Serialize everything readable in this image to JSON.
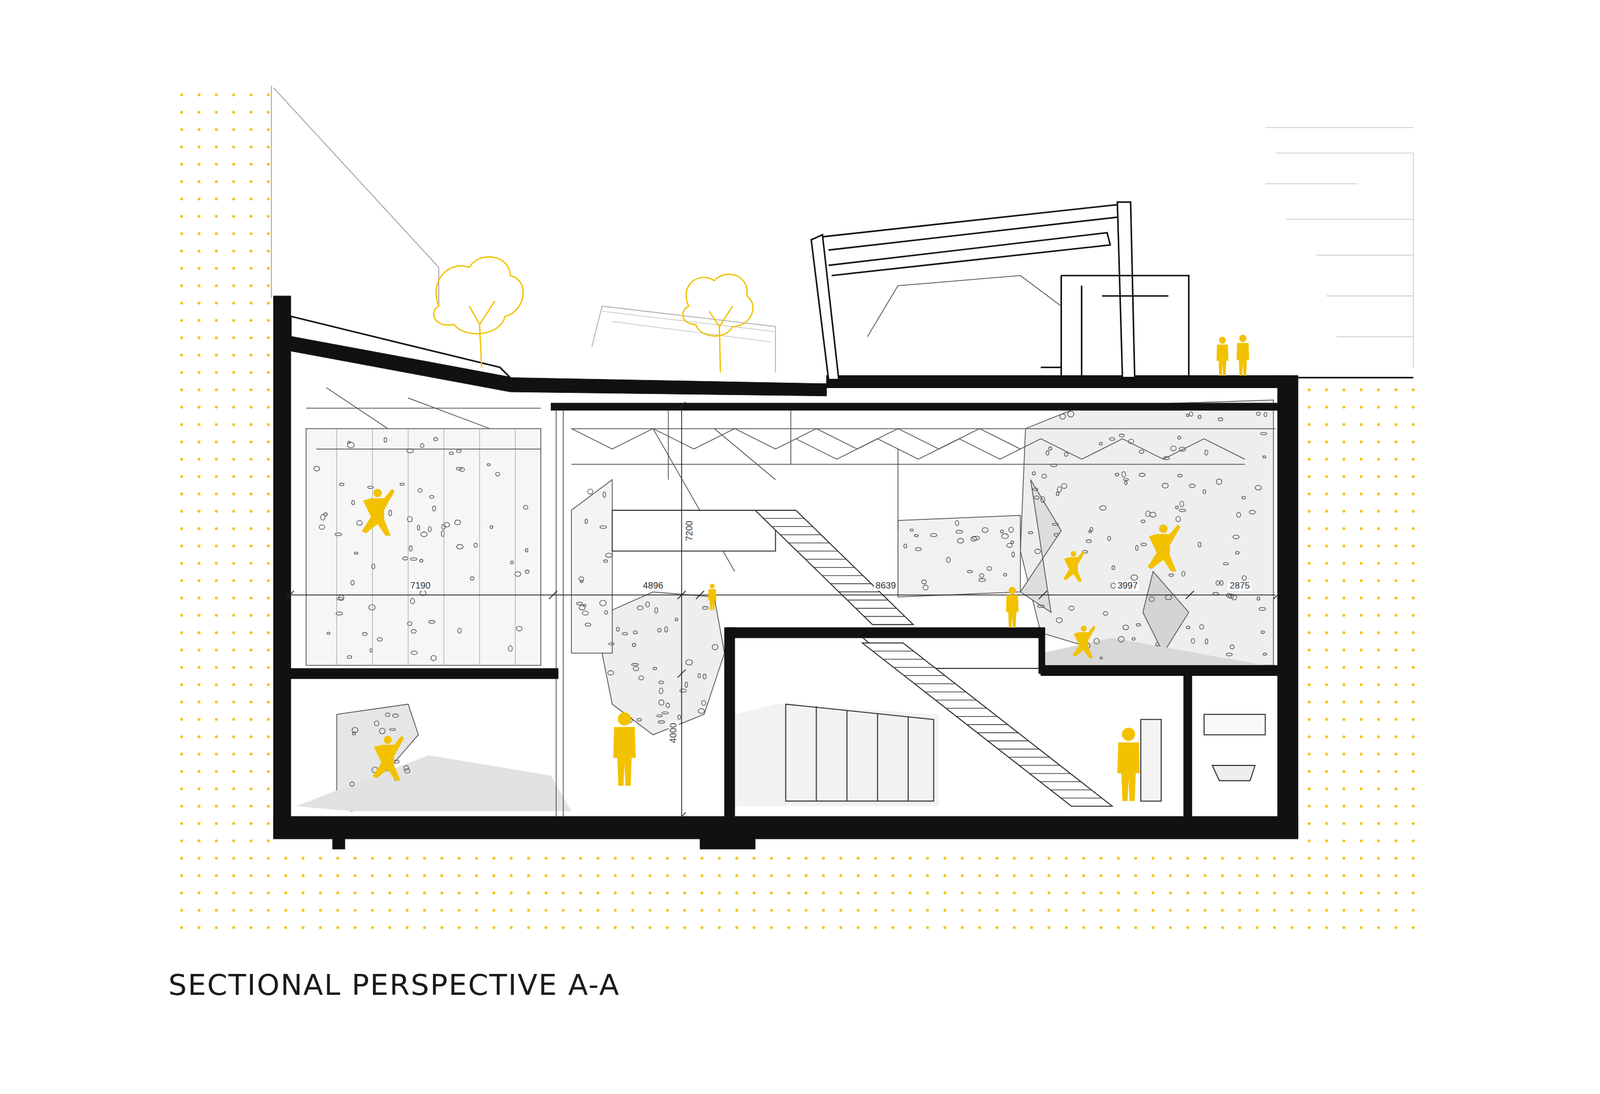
{
  "diagram": {
    "title": "SECTIONAL PERSPECTIVE A-A",
    "labels": [
      "7190",
      "4896",
      "8639",
      "3997",
      "2875",
      "7200",
      "4000"
    ]
  }
}
